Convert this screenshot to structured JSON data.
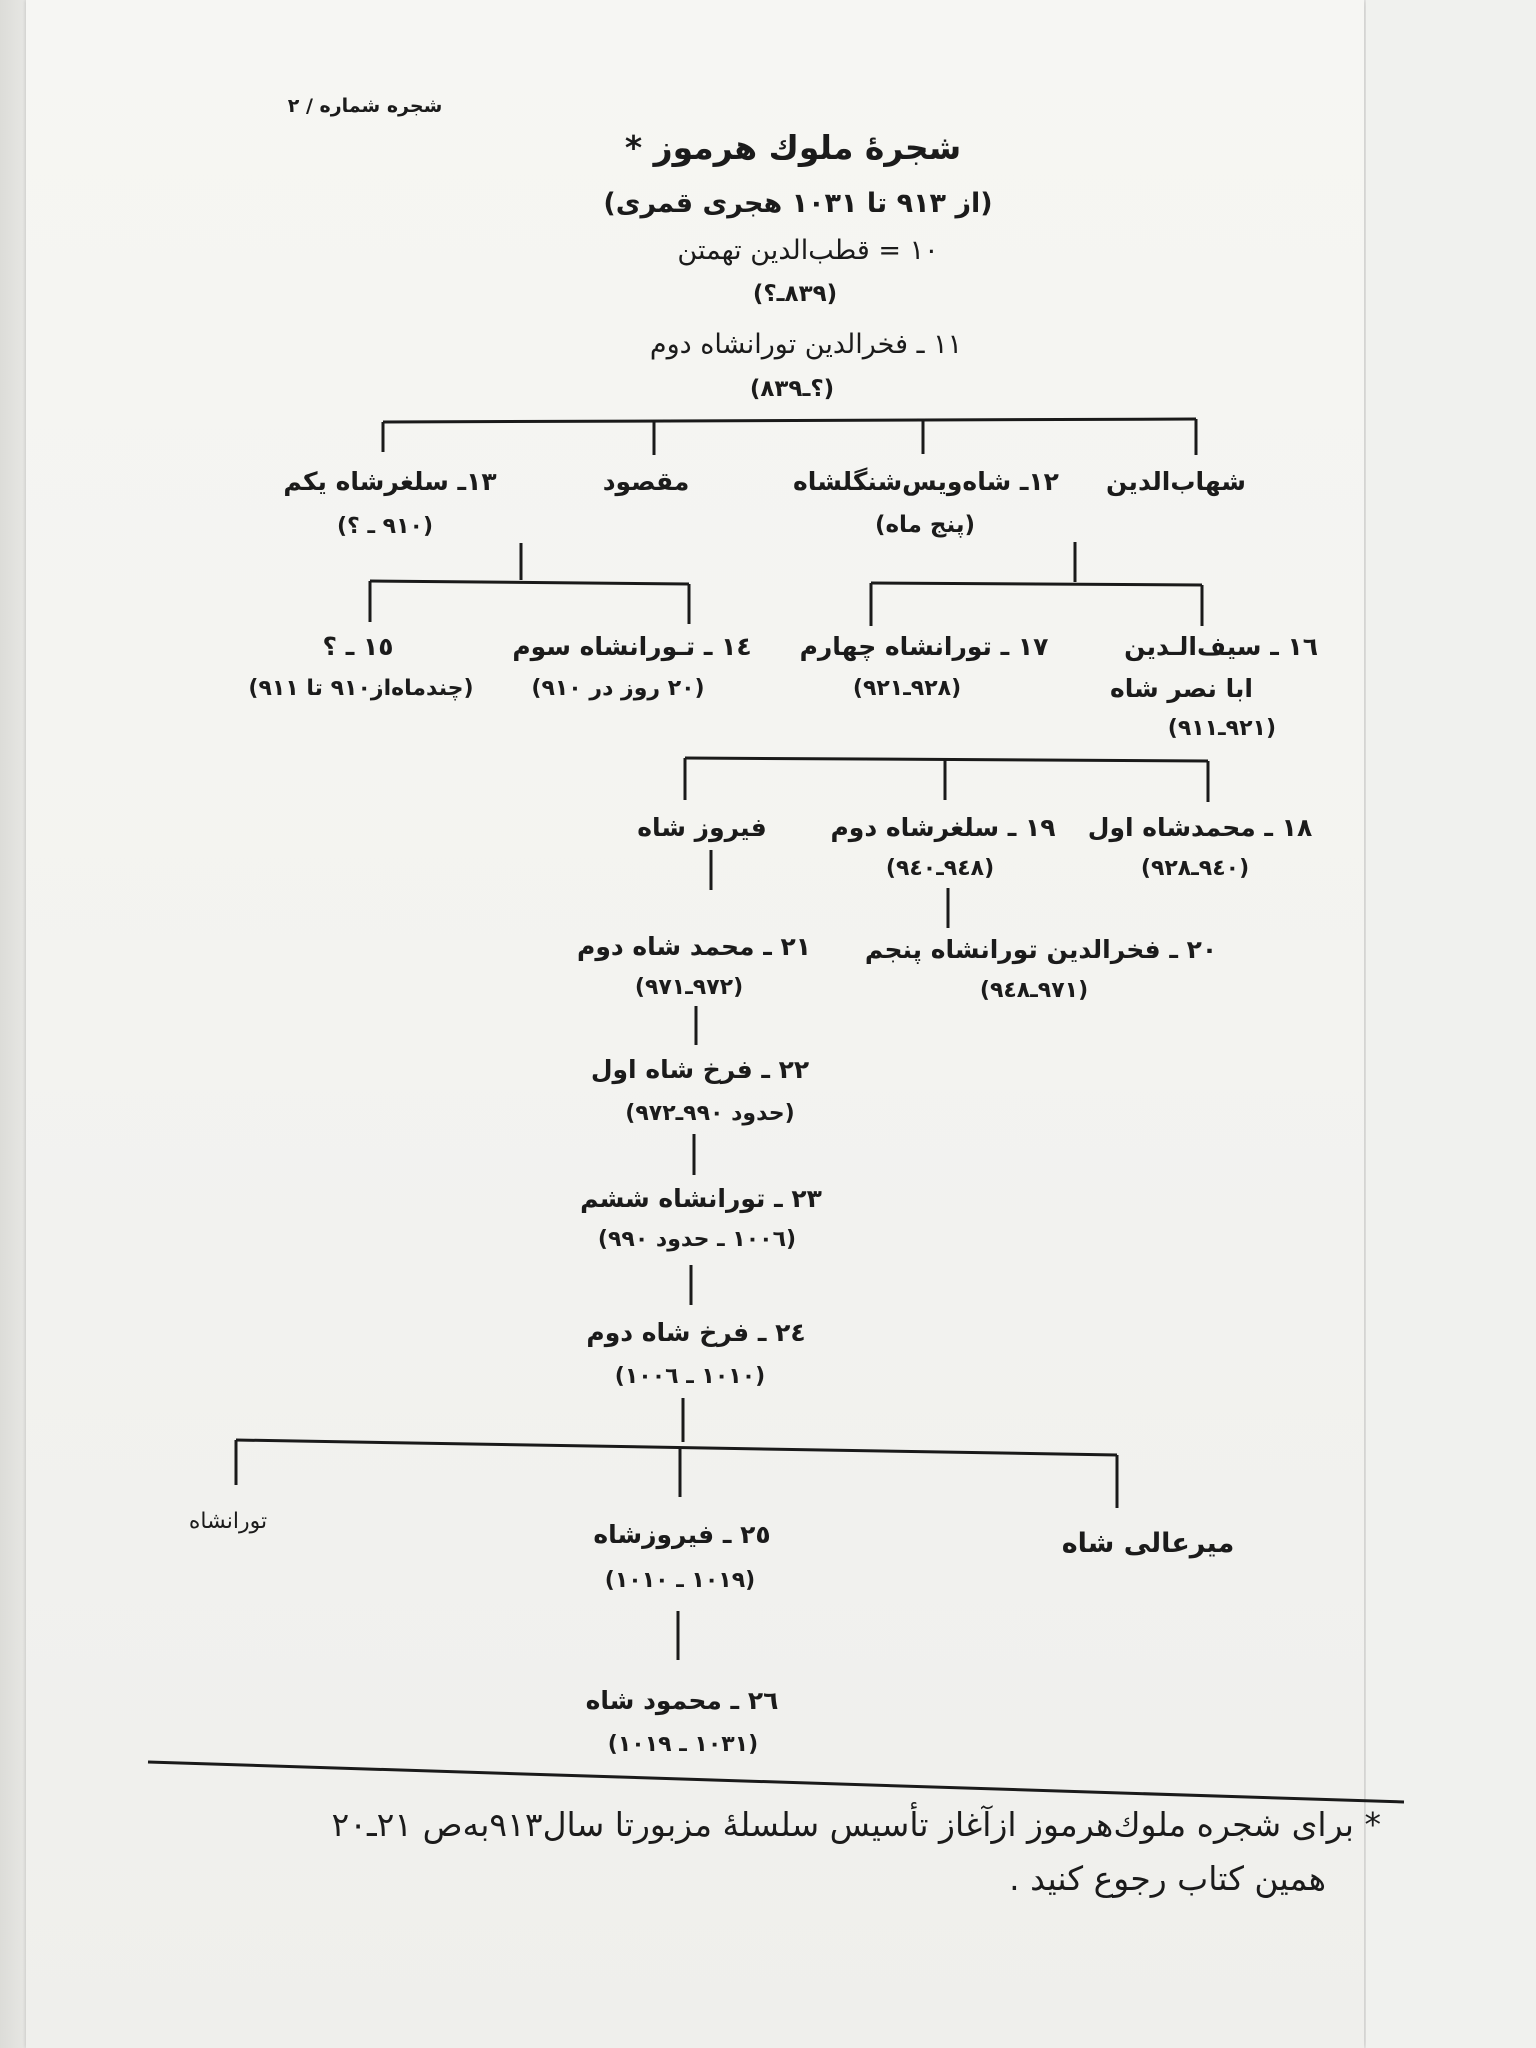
{
  "header": {
    "label": "شجره شماره / ٢",
    "title": "شجرهٔ ملوك هرموز *",
    "subtitle": "(از ٩١٣ تا ١٠٣١ هجری قمری)"
  },
  "nodes": {
    "n10": {
      "name": "١٠  =  قطب‌الدين تهمتن",
      "dates": "(٨٣٩ـ؟)"
    },
    "n11": {
      "name": "١١ ـ فخرالدين تورانشاه دوم",
      "dates": "(؟ـ٨٣٩)"
    },
    "shahab": {
      "name": "شهاب‌الدين"
    },
    "n12": {
      "name": "١٢ـ شاه‌ويس‌شنگلشاه",
      "dates": "(پنج ماه)"
    },
    "maqsud": {
      "name": "مقصود"
    },
    "n13": {
      "name": "١٣ـ سلغرشاه يكم",
      "dates": "(٩١٠ ـ ؟)"
    },
    "n16": {
      "name": "١٦ ـ سيف‌الـدين",
      "name2": "ابا نصر شاه",
      "dates": "(٩٢١ـ٩١١)"
    },
    "n17": {
      "name": "١٧ ـ تورانشاه چهارم",
      "dates": "(٩٢٨ـ٩٢١)"
    },
    "n14": {
      "name": "١٤ ـ تـورانشاه سوم",
      "dates": "(٢٠ روز در ٩١٠)"
    },
    "n15": {
      "name": "١٥ ـ ؟",
      "dates": "(چندماه‌از٩١٠ تا ٩١١)"
    },
    "n18": {
      "name": "١٨ ـ محمدشاه اول",
      "dates": "(٩٤٠ـ٩٢٨)"
    },
    "n19": {
      "name": "١٩ ـ سلغرشاه دوم",
      "dates": "(٩٤٨ـ٩٤٠)"
    },
    "firuz": {
      "name": "فيروز شاه"
    },
    "n20": {
      "name": "٢٠ ـ فخرالدين تورانشاه پنجم",
      "dates": "(٩٧١ـ٩٤٨)"
    },
    "n21": {
      "name": "٢١ ـ محمد شاه دوم",
      "dates": "(٩٧٢ـ٩٧١)"
    },
    "n22": {
      "name": "٢٢ ـ فرخ شاه اول",
      "dates": "(حدود ٩٩٠ـ٩٧٢)"
    },
    "n23": {
      "name": "٢٣ ـ تورانشاه ششم",
      "dates": "(١٠٠٦ ـ حدود ٩٩٠)"
    },
    "n24": {
      "name": "٢٤ ـ فرخ شاه دوم",
      "dates": "(١٠١٠ ـ ١٠٠٦)"
    },
    "mirali": {
      "name": "ميرعالی شاه"
    },
    "n25": {
      "name": "٢٥  ـ  فيروزشاه",
      "dates": "(١٠١٩ ـ ١٠١٠)"
    },
    "turanshah": {
      "name": "تورانشاه"
    },
    "n26": {
      "name": "٢٦ ـ محمود شاه",
      "dates": "(١٠٣١ ـ ١٠١٩)"
    }
  },
  "footnote": {
    "line1": "* برای شجره ملوك‌هرموز ازآغاز تأسيس سلسلهٔ مزبورتا سال٩١٣به‌ص ٢١ـ٢٠",
    "line2": "همين كتاب رجوع كنيد ."
  }
}
